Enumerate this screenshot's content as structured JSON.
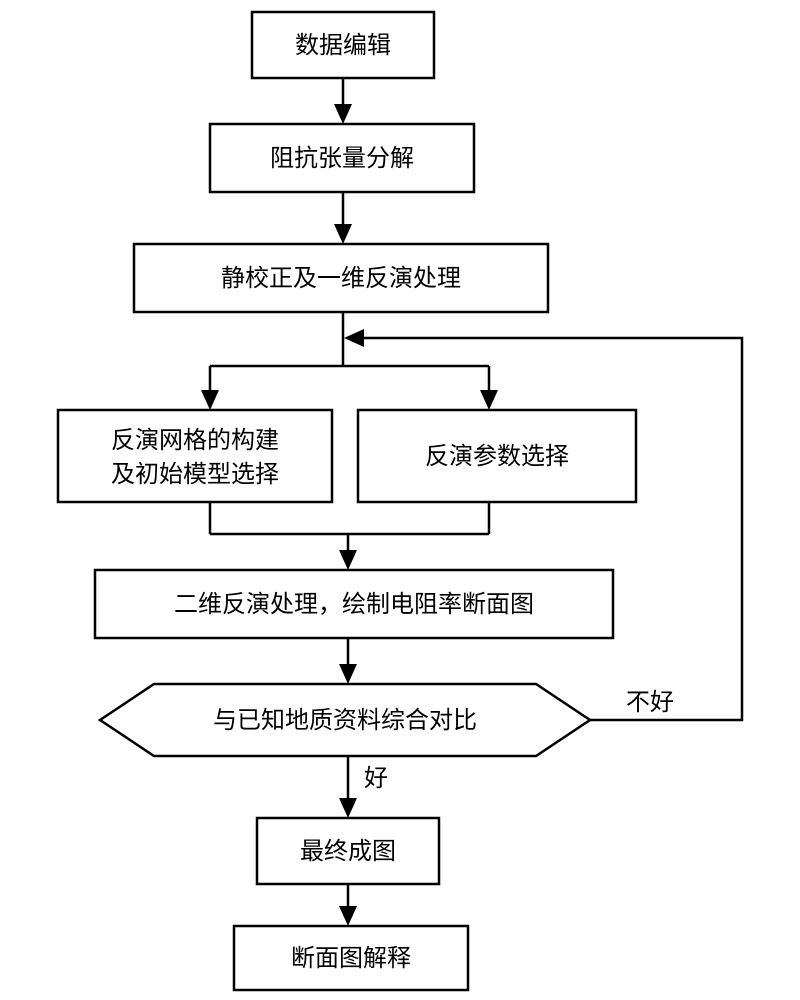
{
  "nodes": {
    "data_editing": "数据编辑",
    "impedance_decomposition": "阻抗张量分解",
    "static_correction": "静校正及一维反演处理",
    "mesh_line1": "反演网格的构建",
    "mesh_line2": "及初始模型选择",
    "param_selection": "反演参数选择",
    "inversion_2d": "二维反演处理，绘制电阻率断面图",
    "comparison": "与已知地质资料综合对比",
    "final_map": "最终成图",
    "interpretation": "断面图解释"
  },
  "edge_labels": {
    "bad": "不好",
    "good": "好"
  }
}
